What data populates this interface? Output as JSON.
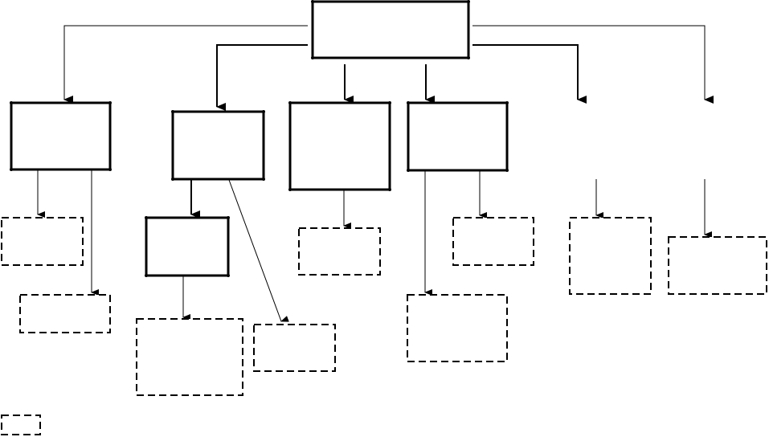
{
  "diagram": {
    "title": "",
    "colors": {
      "stroke": "#000000",
      "fill": "#ffffff"
    },
    "legend": {
      "label": ""
    },
    "nodes": [
      {
        "id": "root",
        "style": "solid",
        "label": ""
      },
      {
        "id": "branch-1",
        "style": "solid",
        "label": ""
      },
      {
        "id": "branch-2",
        "style": "solid",
        "label": ""
      },
      {
        "id": "branch-3",
        "style": "solid",
        "label": ""
      },
      {
        "id": "branch-4",
        "style": "solid",
        "label": ""
      },
      {
        "id": "branch-2-child",
        "style": "solid",
        "label": ""
      },
      {
        "id": "leaf-1a",
        "style": "dashed",
        "label": ""
      },
      {
        "id": "leaf-1b",
        "style": "dashed",
        "label": ""
      },
      {
        "id": "leaf-2a",
        "style": "dashed",
        "label": ""
      },
      {
        "id": "leaf-2b",
        "style": "dashed",
        "label": ""
      },
      {
        "id": "leaf-3a",
        "style": "dashed",
        "label": ""
      },
      {
        "id": "leaf-4a",
        "style": "dashed",
        "label": ""
      },
      {
        "id": "leaf-4b",
        "style": "dashed",
        "label": ""
      },
      {
        "id": "leaf-5a",
        "style": "dashed",
        "label": ""
      },
      {
        "id": "leaf-6a",
        "style": "dashed",
        "label": ""
      }
    ],
    "edges": [
      {
        "from": "root",
        "to": "branch-1"
      },
      {
        "from": "root",
        "to": "branch-2"
      },
      {
        "from": "root",
        "to": "branch-3"
      },
      {
        "from": "root",
        "to": "branch-4"
      },
      {
        "from": "root",
        "to": "branch-5-stub"
      },
      {
        "from": "root",
        "to": "branch-6-stub"
      },
      {
        "from": "branch-1",
        "to": "leaf-1a"
      },
      {
        "from": "branch-1",
        "to": "leaf-1b"
      },
      {
        "from": "branch-2",
        "to": "branch-2-child"
      },
      {
        "from": "branch-2",
        "to": "leaf-2b"
      },
      {
        "from": "branch-2-child",
        "to": "leaf-2a"
      },
      {
        "from": "branch-3",
        "to": "leaf-3a"
      },
      {
        "from": "branch-4",
        "to": "leaf-4a"
      },
      {
        "from": "branch-4",
        "to": "leaf-4b"
      },
      {
        "from": "branch-5-stub",
        "to": "leaf-5a"
      },
      {
        "from": "branch-6-stub",
        "to": "leaf-6a"
      }
    ]
  }
}
